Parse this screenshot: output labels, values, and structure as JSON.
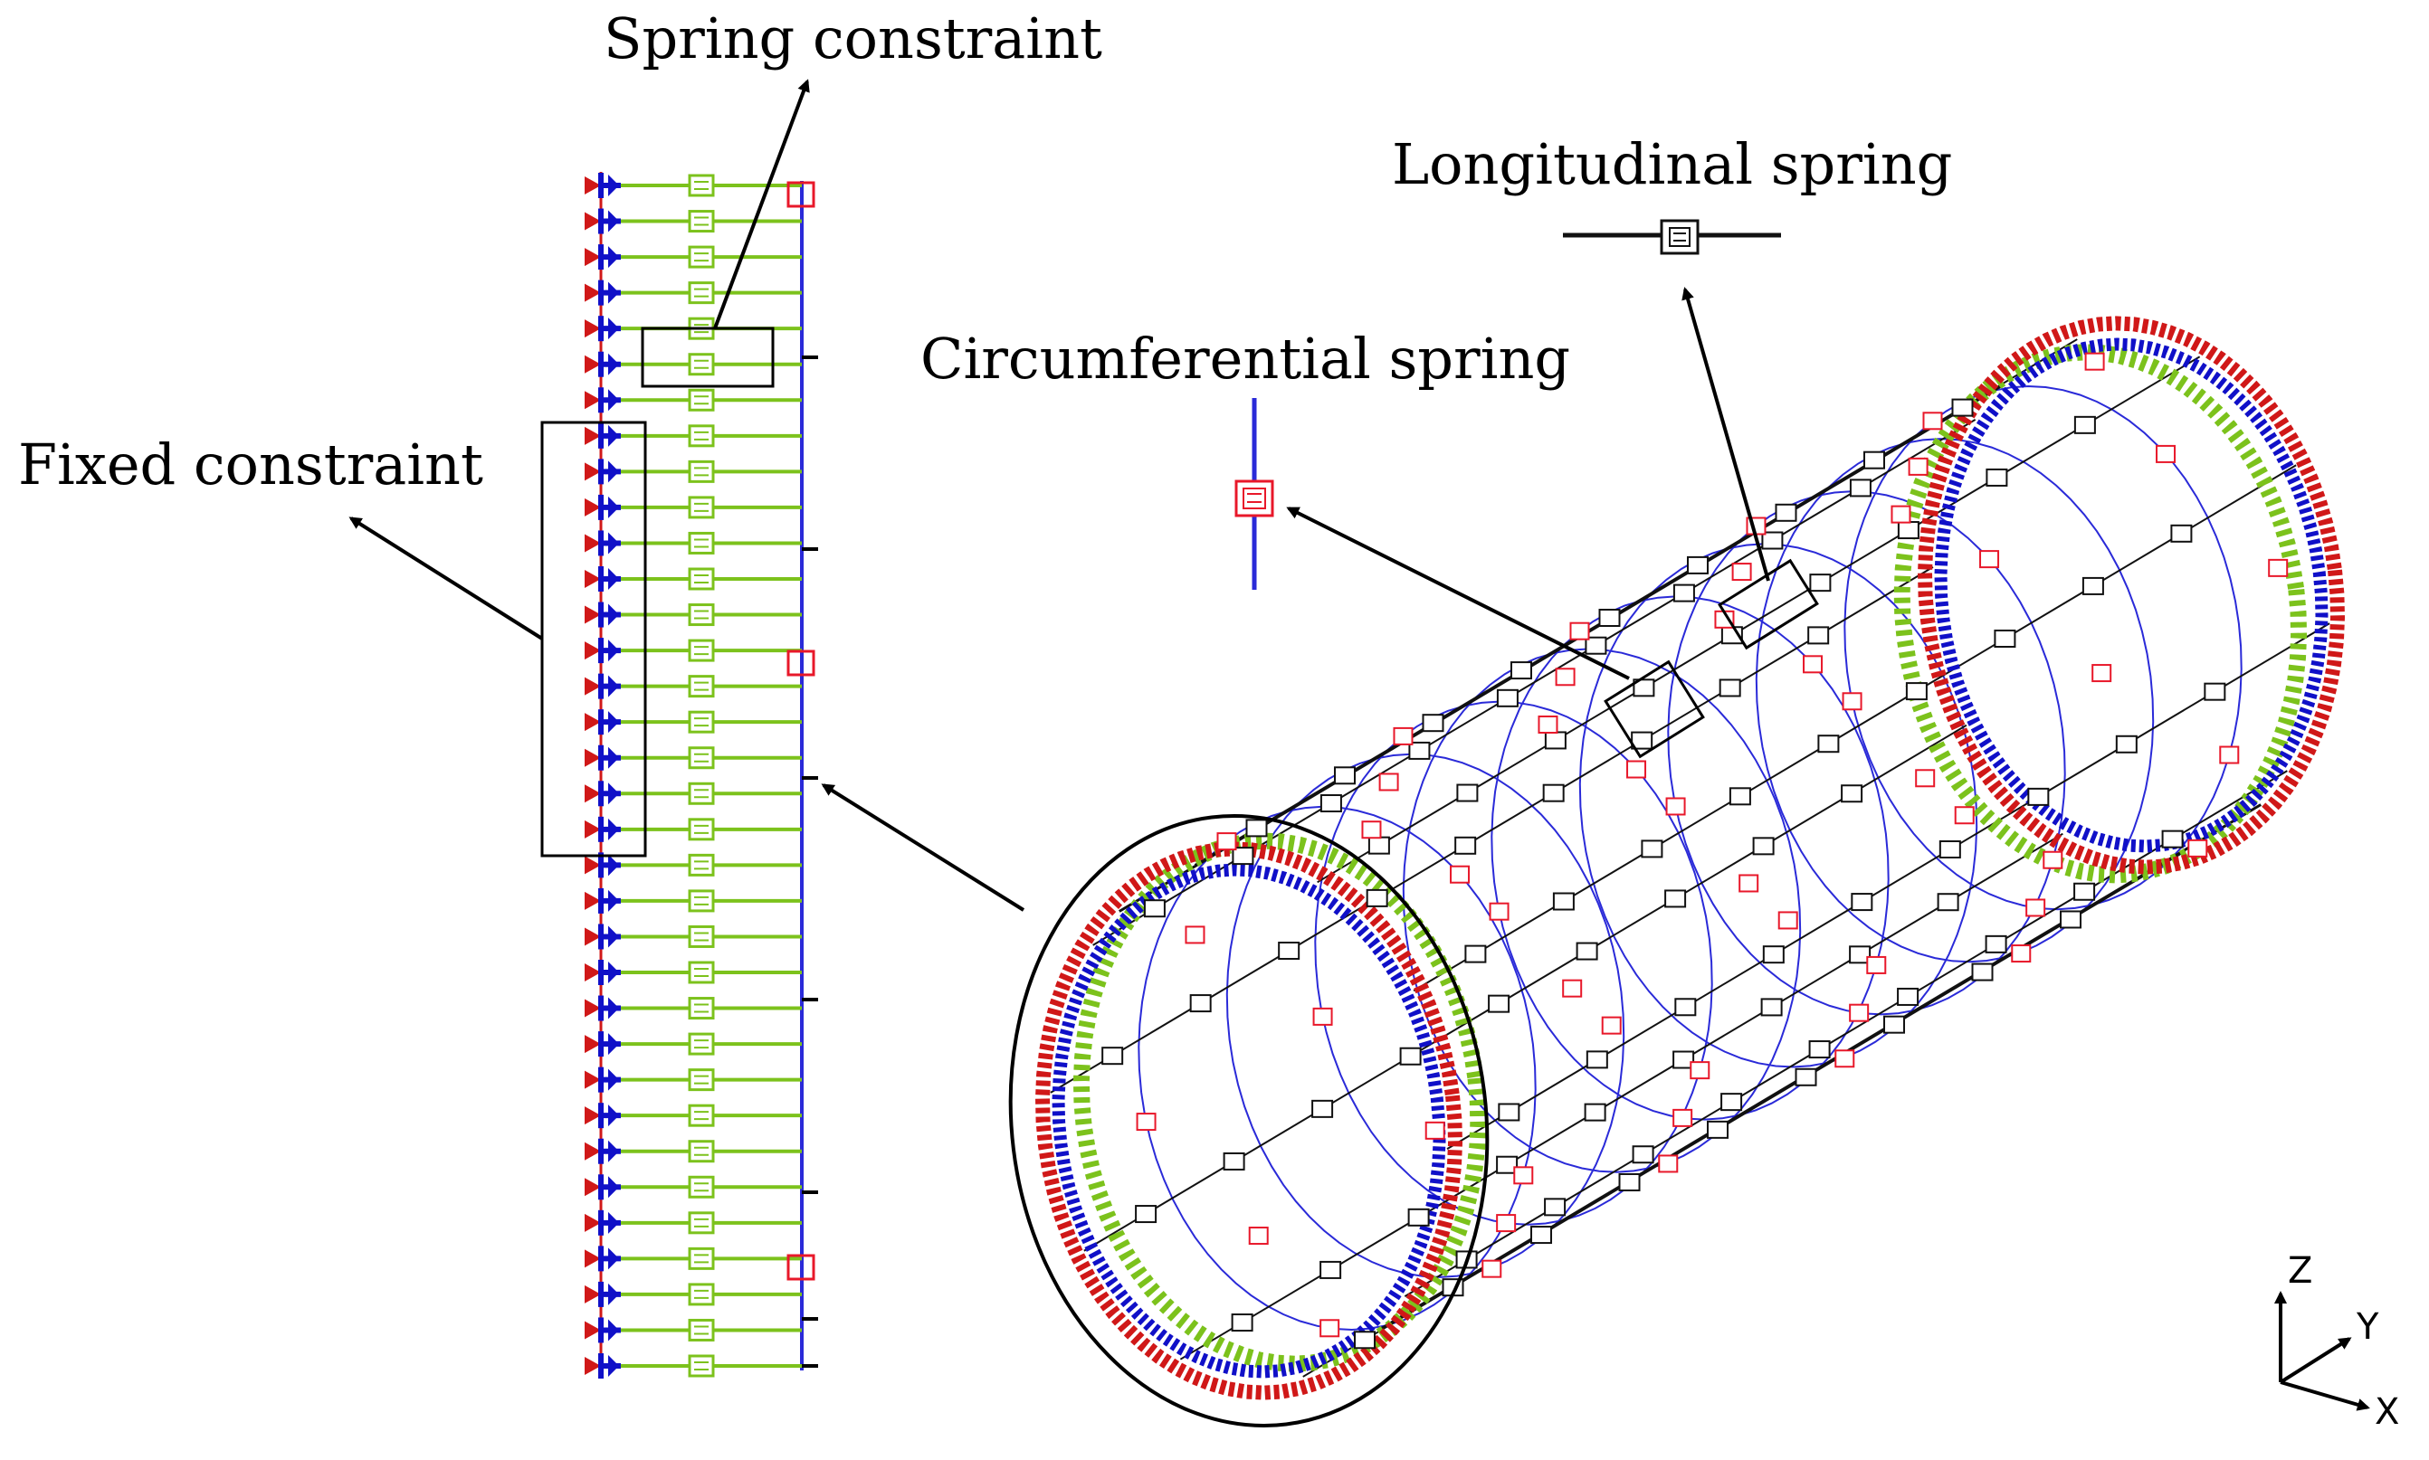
{
  "labels": {
    "spring_constraint": "Spring constraint",
    "longitudinal_spring": "Longitudinal spring",
    "circumferential_spring": "Circumferential spring",
    "fixed_constraint": "Fixed constraint"
  },
  "axes": {
    "z": "Z",
    "y": "Y",
    "x": "X"
  },
  "colors": {
    "fixed_blue": "#1010c8",
    "fixed_red": "#d01818",
    "spring_green": "#7cc21c",
    "ring_blue": "#2a2ad8",
    "marker_red": "#e8182a",
    "line_black": "#111111"
  },
  "icons": {
    "longitudinal_marker": "black-spring-box-icon",
    "circumferential_marker": "red-spring-box-icon",
    "fixed_marker": "fixed-support-icon",
    "spring_marker": "green-spring-box-icon"
  }
}
